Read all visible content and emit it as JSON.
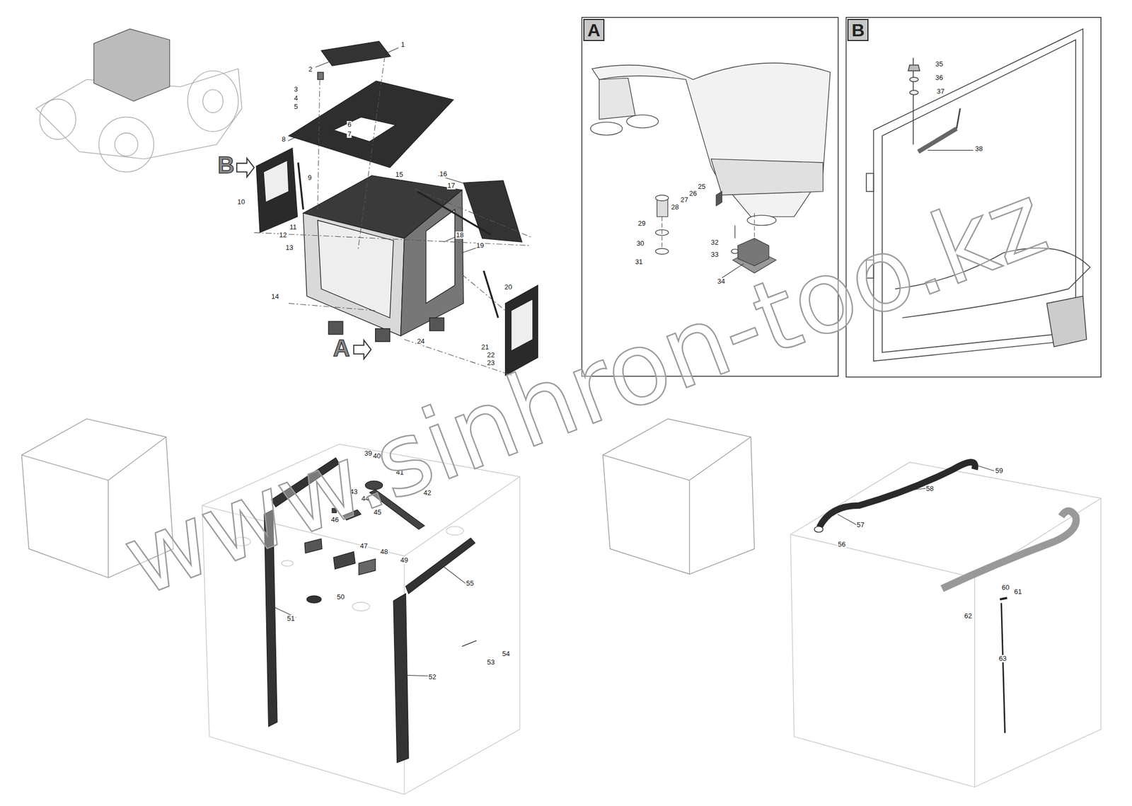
{
  "diagram": {
    "nodes": [
      {
        "text": [
          "A"
        ]
      },
      {
        "text": [
          "B"
        ]
      }
    ],
    "labels": [
      "1",
      "2",
      "3",
      "4",
      "5",
      "6",
      "7",
      "8",
      "9",
      "10",
      "11",
      "12",
      "13",
      "14",
      "15",
      "16",
      "17",
      "18",
      "19",
      "20",
      "21",
      "22",
      "23",
      "24",
      "25",
      "26",
      "27",
      "28",
      "29",
      "30",
      "31",
      "32",
      "33",
      "34",
      "35",
      "36",
      "37",
      "38",
      "39",
      "40",
      "41",
      "42",
      "43",
      "44",
      "45",
      "46",
      "47",
      "48",
      "49",
      "50",
      "51",
      "52",
      "53",
      "54",
      "55",
      "56",
      "57",
      "58",
      "59",
      "60",
      "61",
      "62",
      "63",
      "B",
      "A",
      "www.sinhron-too.kz"
    ]
  }
}
